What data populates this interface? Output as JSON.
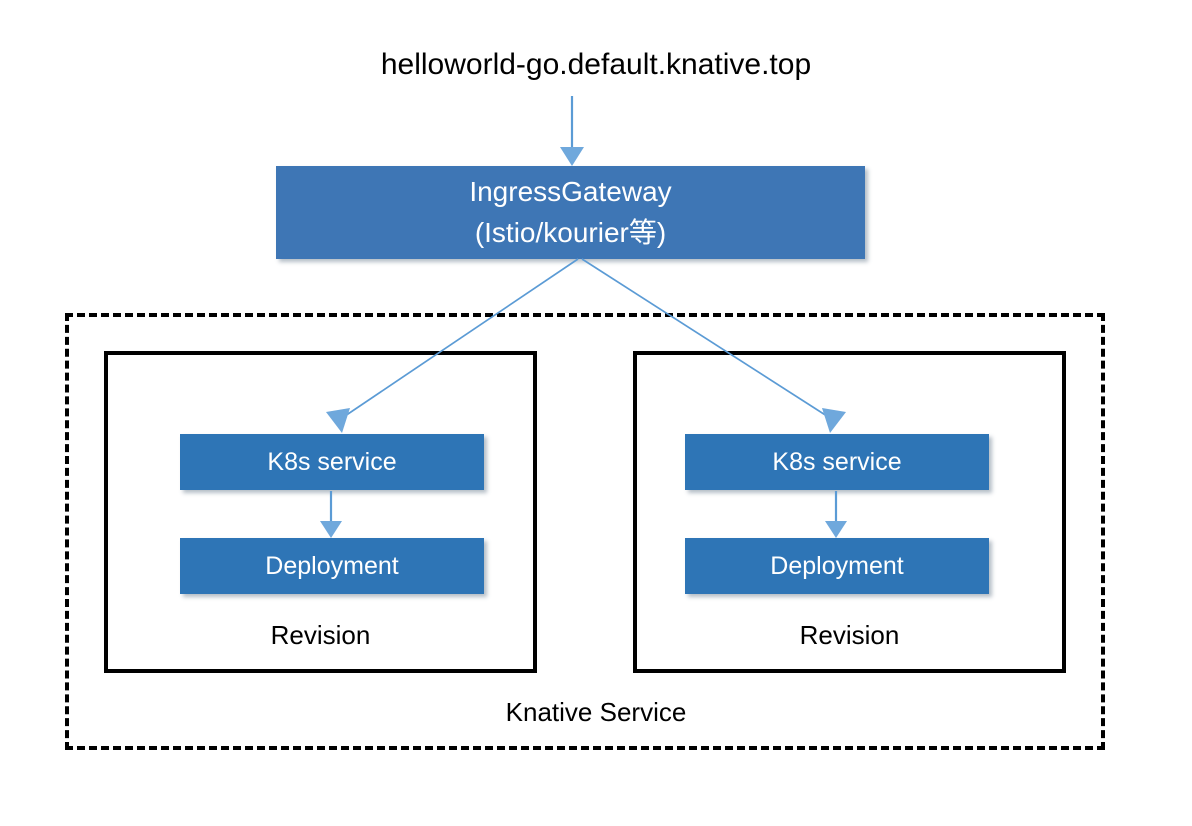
{
  "diagram": {
    "title": "helloworld-go.default.knative.top",
    "colors": {
      "gateway_fill": "#3E76B5",
      "resource_fill": "#2E75B6",
      "arrow": "#5B9BD5",
      "border": "#000000",
      "background": "#FFFFFF",
      "text_on_blue": "#FFFFFF",
      "text": "#000000"
    },
    "gateway": {
      "line1": "IngressGateway",
      "line2": "(Istio/kourier等)"
    },
    "container": {
      "label": "Knative Service"
    },
    "revisions": [
      {
        "label": "Revision",
        "service": "K8s service",
        "deployment": "Deployment"
      },
      {
        "label": "Revision",
        "service": "K8s service",
        "deployment": "Deployment"
      }
    ],
    "arrows": [
      {
        "name": "url-to-gateway",
        "from": "helloworld-go.default.knative.top",
        "to": "IngressGateway"
      },
      {
        "name": "gateway-to-left-service",
        "from": "IngressGateway",
        "to": "K8s service"
      },
      {
        "name": "gateway-to-right-service",
        "from": "IngressGateway",
        "to": "K8s service"
      },
      {
        "name": "left-service-to-deployment",
        "from": "K8s service",
        "to": "Deployment"
      },
      {
        "name": "right-service-to-deployment",
        "from": "K8s service",
        "to": "Deployment"
      }
    ]
  }
}
